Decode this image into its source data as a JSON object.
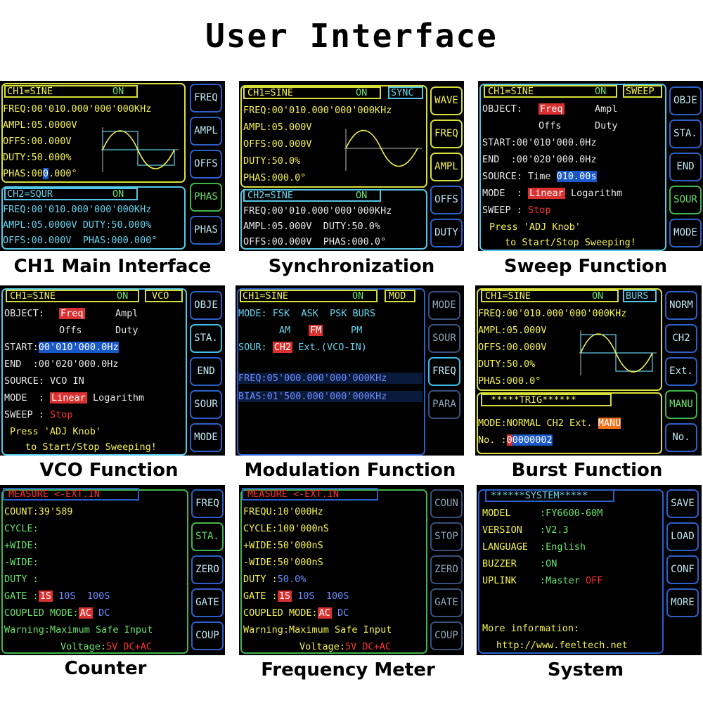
{
  "title": "User Interface",
  "captions": [
    "CH1 Main Interface",
    "Synchronization",
    "Sweep Function",
    "VCO Function",
    "Modulation Function",
    "Burst Function",
    "Counter",
    "Frequency Meter",
    "System"
  ],
  "p1": {
    "ch1_hdr": "CH1=SINE",
    "ch1_on": "ON",
    "lines": [
      "FREQ:00'010.000'000'000KHz",
      "AMPL:05.0000V",
      "OFFS:00.000V",
      "DUTY:50.000%"
    ],
    "phas_a": "PHAS:00",
    "phas_b": "0",
    "phas_c": ".000°",
    "ch2_hdr": "CH2=SQUR",
    "ch2_on": "ON",
    "ch2_lines": [
      "FREQ:00'010.000'000'000KHz",
      "AMPL:05.0000V DUTY:50.000%",
      "OFFS:00.000V  PHAS:000.000°"
    ],
    "buttons": [
      "FREQ",
      "AMPL",
      "OFFS",
      "PHAS",
      "PHAS"
    ]
  },
  "p2": {
    "ch1_hdr": "CH1=SINE",
    "ch1_on": "ON",
    "tag": "SYNC",
    "lines": [
      "FREQ:00'010.000'000'000KHz",
      "AMPL:05.000V",
      "OFFS:00.000V",
      "DUTY:50.0%",
      "PHAS:000.0°"
    ],
    "ch2_hdr": "CH2=SINE",
    "ch2_on": "ON",
    "ch2_lines": [
      "FREQ:00'010.000'000'000KHz",
      "AMPL:05.000V  DUTY:50.0%",
      "OFFS:00.000V  PHAS:000.0°"
    ],
    "buttons": [
      "WAVE",
      "FREQ",
      "AMPL",
      "OFFS",
      "DUTY"
    ]
  },
  "p3": {
    "ch1_hdr": "CH1=SINE",
    "ch1_on": "ON",
    "tag": "SWEEP",
    "object": "OBJECT:",
    "freq": "Freq",
    "ampl": "Ampl",
    "offs": "Offs",
    "duty": "Duty",
    "start": "START:00'010'000.0Hz",
    "end": "END  :00'020'000.0Hz",
    "source": "SOURCE: Time ",
    "time": "010.00s",
    "mode": "MODE  : ",
    "linear": "Linear",
    "log": " Logarithm",
    "sweep": "SWEEP : ",
    "stop": "Stop",
    "press1": "Press 'ADJ Knob'",
    "press2": "to Start/Stop Sweeping!",
    "buttons": [
      "OBJE",
      "STA.",
      "END",
      "SOUR",
      "MODE"
    ]
  },
  "p4": {
    "ch1_hdr": "CH1=SINE",
    "ch1_on": "ON",
    "tag": "VCO",
    "object": "OBJECT:",
    "freq": "Freq",
    "ampl": "Ampl",
    "offs": "Offs",
    "duty": "Duty",
    "start_a": "START:",
    "start_b": "00'010'000.0Hz",
    "end": "END  :00'020'000.0Hz",
    "source": "SOURCE: VCO IN",
    "mode": "MODE  : ",
    "linear": "Linear",
    "log": " Logarithm",
    "sweep": "SWEEP : ",
    "stop": "Stop",
    "press1": "Press 'ADJ Knob'",
    "press2": "to Start/Stop Sweeping!",
    "buttons": [
      "OBJE",
      "STA.",
      "END",
      "SOUR",
      "MODE"
    ]
  },
  "p5": {
    "ch1_hdr": "CH1=SINE",
    "ch1_on": "ON",
    "tag": "MOD",
    "mode": "MODE: FSK  ASK  PSK BURS",
    "am": "AM",
    "fm": "FM",
    "pm": "PM",
    "sour": "SOUR: ",
    "ch2": "CH2",
    "ext": " Ext.(VCO-IN)",
    "freq": "FREQ:05'000.000'000'000KHz",
    "bias": "BIAS:01'500.000'000'000KHz",
    "buttons": [
      "MODE",
      "SOUR",
      "FREQ",
      "PARA"
    ]
  },
  "p6": {
    "ch1_hdr": "CH1=SINE",
    "ch1_on": "ON",
    "tag": "BURS",
    "lines": [
      "FREQ:00'010.000'000'000KHz",
      "AMPL:05.000V",
      "OFFS:00.000V",
      "DUTY:50.0%",
      "PHAS:000.0°"
    ],
    "trig": "*****TRIG******",
    "mode": "MODE:NORMAL CH2 Ext. ",
    "manu": "MANU",
    "no_a": "No. :",
    "no_b": "0",
    "no_c": "0000002",
    "buttons": [
      "NORM",
      "CH2",
      "Ext.",
      "MANU",
      "No."
    ]
  },
  "p7": {
    "hdr": "MEASURE <-EXT.IN",
    "lines": [
      "COUNT:39'589",
      "CYCLE:",
      "+WIDE:",
      "-WIDE:",
      "DUTY :"
    ],
    "gate": "GATE :",
    "g1": "1S",
    "g2": " 10S  100S",
    "coupled": "COUPLED MODE:",
    "ac": "AC",
    "dc": " DC",
    "warn": "Warning:Maximum Safe Input",
    "volt": "Voltage:",
    "v": "5V DC+AC",
    "buttons": [
      "FREQ",
      "STA.",
      "ZERO",
      "GATE",
      "COUP"
    ]
  },
  "p8": {
    "hdr": "MEASURE <-EXT.IN",
    "lines": [
      "FREQU:10'000Hz",
      "CYCLE:100'000nS",
      "+WIDE:50'000nS",
      "-WIDE:50'000nS"
    ],
    "duty": "DUTY :",
    "duty_v": "50.0%",
    "gate": "GATE :",
    "g1": "1S",
    "g2": " 10S  100S",
    "coupled": "COUPLED MODE:",
    "ac": "AC",
    "dc": " DC",
    "warn": "Warning:Maximum Safe Input",
    "volt": "Voltage:",
    "v": "5V DC+AC",
    "buttons": [
      "COUN",
      "STOP",
      "ZERO",
      "GATE",
      "COUP"
    ]
  },
  "p9": {
    "hdr": "******SYSTEM*****",
    "keys": [
      "MODEL",
      "VERSION",
      "LANGUAGE",
      "BUZZER",
      "UPLINK"
    ],
    "vals": [
      ":FY6600-60M",
      ":V2.3",
      ":English",
      ":ON",
      ":Master "
    ],
    "off": "OFF",
    "more": "More information:",
    "url": "http://www.feeltech.net",
    "buttons": [
      "SAVE",
      "LOAD",
      "CONF",
      "MORE"
    ]
  }
}
